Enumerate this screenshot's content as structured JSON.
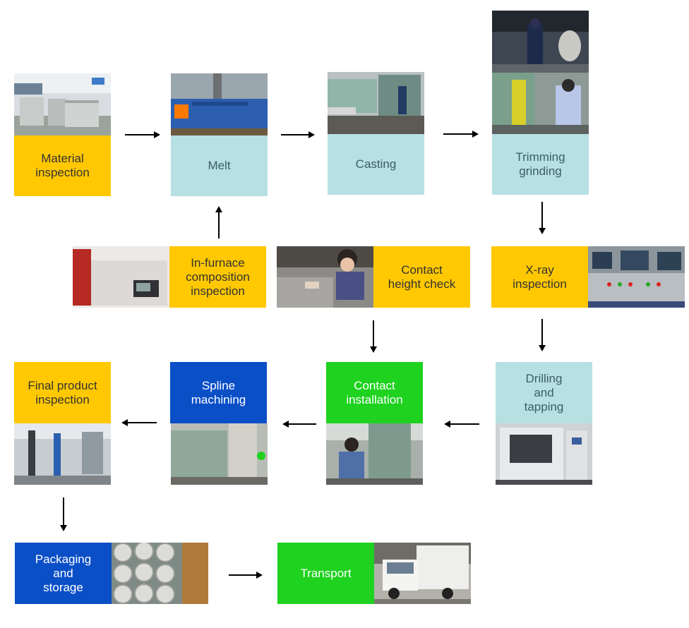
{
  "steps": {
    "material_inspection": "Material\ninspection",
    "melt": "Melt",
    "casting": "Casting",
    "trimming_grinding": "Trimming\ngrinding",
    "in_furnace": "In-furnace\ncomposition\ninspection",
    "contact_height": "Contact\nheight check",
    "xray": "X-ray\ninspection",
    "final_product": "Final product\ninspection",
    "spline": "Spline\nmachining",
    "contact_installation": "Contact\ninstallation",
    "drilling": "Drilling\nand\ntapping",
    "packaging": "Packaging\nand\nstorage",
    "transport": "Transport"
  },
  "colors": {
    "yellow": "#ffc800",
    "teal": "#b7e0e3",
    "blue": "#0b4fc7",
    "green": "#1fd21f",
    "arrow": "#000000"
  }
}
